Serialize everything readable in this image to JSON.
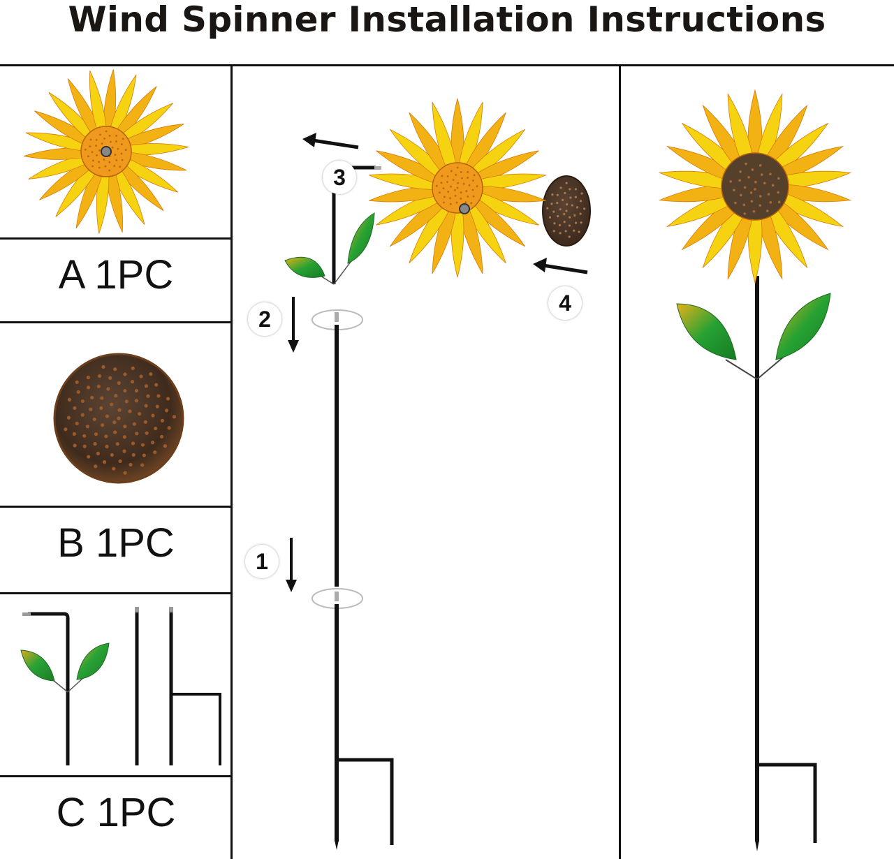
{
  "title": "Wind Spinner Installation Instructions",
  "parts": [
    {
      "letter": "A",
      "label": "A 1PC",
      "icon": "sunflower-spinner-icon"
    },
    {
      "letter": "B",
      "label": "B 1PC",
      "icon": "rust-cap-icon"
    },
    {
      "letter": "C",
      "label": "C 1PC",
      "icon": "stake-poles-icon"
    }
  ],
  "steps": [
    "1",
    "2",
    "3",
    "4"
  ],
  "colors": {
    "petal_yellow": "#f6d311",
    "petal_orange": "#f08a0c",
    "center_orange": "#ef9a1d",
    "cap_brown": "#4a3322",
    "rust": "#9b5a2a",
    "leaf_green": "#1e9a2c",
    "pole": "#111111"
  }
}
